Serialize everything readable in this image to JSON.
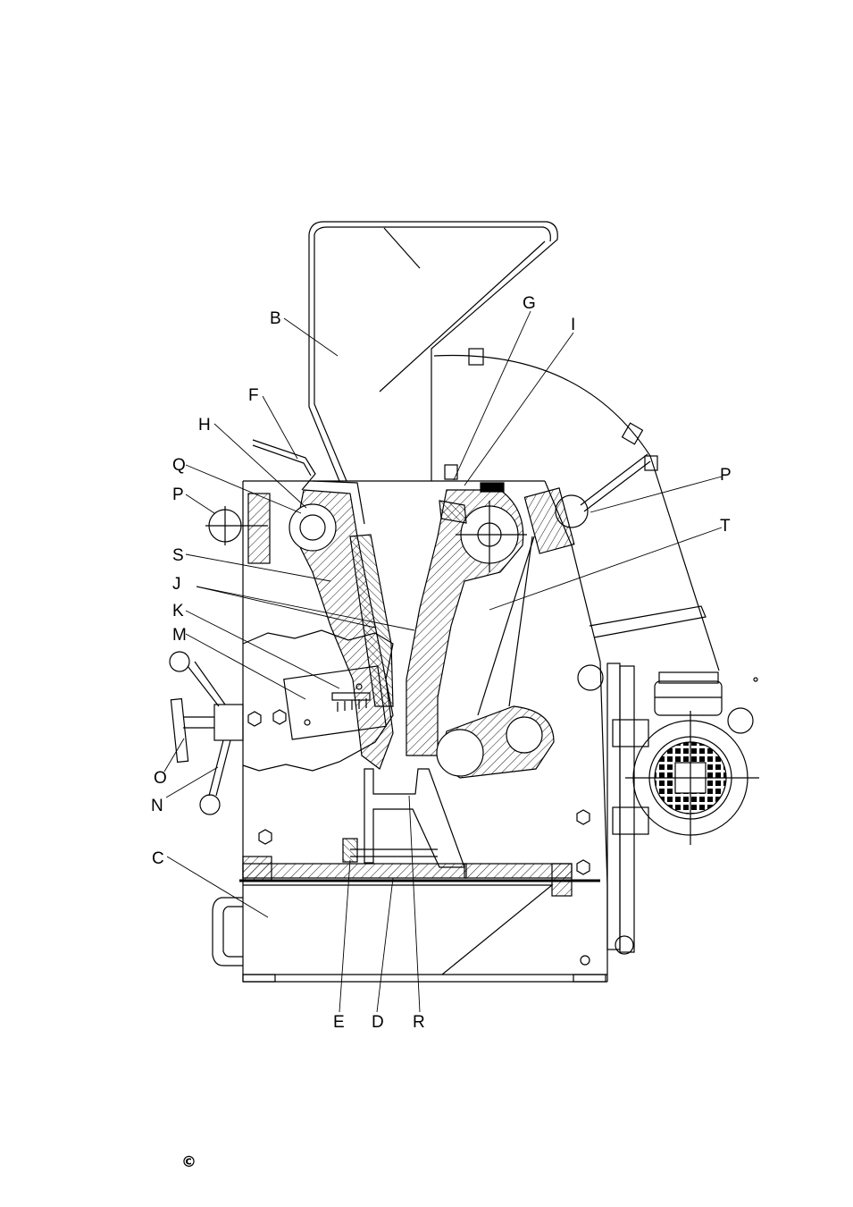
{
  "labels": {
    "B": "B",
    "F": "F",
    "H": "H",
    "Q": "Q",
    "P_left": "P",
    "S": "S",
    "J": "J",
    "K": "K",
    "M": "M",
    "O": "O",
    "N": "N",
    "C": "C",
    "G": "G",
    "I": "I",
    "P_right": "P",
    "T": "T",
    "E": "E",
    "D": "D",
    "R": "R"
  },
  "footer": {
    "copyright": "©"
  }
}
